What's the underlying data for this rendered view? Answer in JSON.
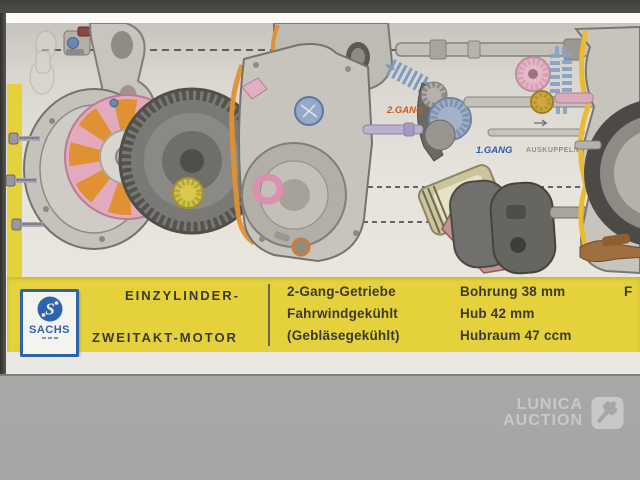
{
  "poster": {
    "engine_labels": {
      "gang2": {
        "text": "2.GANG",
        "color": "#c85a17"
      },
      "gang1": {
        "text": "1.GANG",
        "color": "#2b5cae"
      },
      "auskuppeln": {
        "text": "AUSKUPPELN",
        "color": "#8f8f88"
      }
    },
    "info_band": {
      "background": "#e4d13c",
      "text_color": "#3b3a30",
      "brand": {
        "name": "SACHS",
        "initial": "S",
        "color": "#2e64ad"
      },
      "col_engine": {
        "line1": "EINZYLINDER-",
        "line2": "ZWEITAKT-MOTOR"
      },
      "col_features": {
        "line1": "2-Gang-Getriebe",
        "line2": "Fahrwindgekühlt",
        "line3": "(Gebläsegekühlt)"
      },
      "col_specs": {
        "line1": "Bohrung 38 mm",
        "line2": "Hub 42 mm",
        "line3": "Hubraum 47 ccm"
      },
      "col_cut": {
        "line1": "F"
      }
    }
  },
  "photo": {
    "watermark": {
      "line1": "LUNICA",
      "line2": "AUCTION",
      "icon": "gavel"
    }
  }
}
